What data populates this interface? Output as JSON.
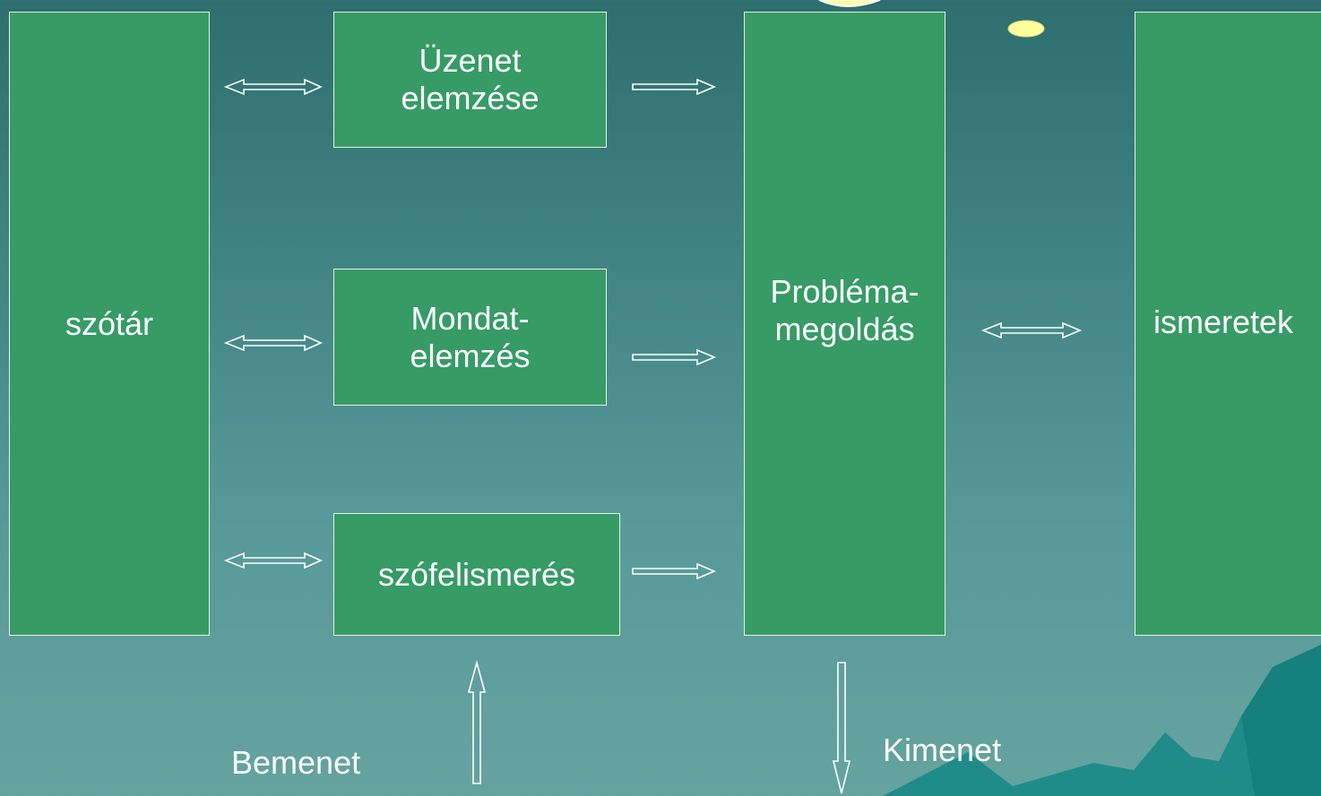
{
  "diagram": {
    "nodes": {
      "szotar": "szótár",
      "uzenet": "Üzenet\nelemzése",
      "mondat": "Mondat-\nelemzés",
      "szofelismeres": "szófelismerés",
      "problema": "Probléma-\nmegoldás",
      "ismeretek": "ismeretek"
    },
    "labels": {
      "input": "Bemenet",
      "output": "Kimenet"
    }
  },
  "colors": {
    "box_fill": "#379b66",
    "box_border": "#e8f0e0",
    "arrow": "#ffffff",
    "sun": "#ffff99"
  }
}
